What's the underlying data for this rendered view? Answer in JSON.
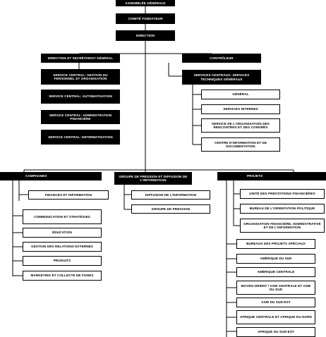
{
  "chart": {
    "top": {
      "assemblee": "ASSEMBLÉE GÉNÉRALE",
      "comite": "COMITÉ FONDATEUR",
      "direction": "DIRECTION"
    },
    "direction_secretariat": {
      "title": "DIRECTION ET SECRÉTARIAT GÉNÉRAL",
      "items": [
        "SERVICE CENTRAL: GESTION DU PERSONNEL ET ORGANISATION",
        "SERVICE CENTRAL: AUTOMATISATION",
        "SERVICE CENTRAL: ADMINISTRATION FINANCIÈRE",
        "SERVICE CENTRAL: INFORMATISATION"
      ]
    },
    "controleur": {
      "title": "CONTRÔLEUR",
      "services": "SERVICES CENTRAUX: SERVICES TECHNIQUES GÉNÉRAUX",
      "items": [
        "GÉNÉRAL",
        "SERVICES INTERNES",
        "SERVICE DE L'ORGANISATION DES RENCONTRES ET DES CONGRÈS",
        "CENTRE D'INFORMATION ET DE DOCUMENTATION"
      ]
    },
    "campagnes": {
      "title": "CAMPAGNES",
      "first": "FINANCES ET INFORMATION",
      "items": [
        "COMMUNICATION ET STRATÉGIES",
        "ÉDUCATION",
        "GESTION DES RELATIONS EXTERNES",
        "PRODUITS",
        "MARKETING ET COLLECTE DE FONDS"
      ]
    },
    "groupe": {
      "title": "GROUPE DE PRESSION ET DIFFUSION DE L'INFORMATION",
      "items": [
        "DIFFUSION DE L'INFORMATION",
        "GROUPE DE PRESSION"
      ]
    },
    "projets": {
      "title": "PROJETS",
      "first": [
        "UNITÉ DES PRESTATIONS FINANCIÈRES",
        "BUREAU DE L'ORIENTATION POLITIQUE",
        "ORGANISATION FINANCIÈRE, ADMINISTRATIVE ET DE L'INFORMATION"
      ],
      "regions": [
        "BUREAUX DES PROJETS SPÉCIAUX",
        "AMÉRIQUE DU SUD",
        "AMÉRIQUE CENTRALE",
        "MOYEN-ORIENT / ASIE CENTRALE ET ASIE DU SUD",
        "ASIE DU SUD-EST",
        "AFRIQUE CENTRALE ET AFRIQUE DU NORD",
        "AFRIQUE DU SUD-EST"
      ]
    }
  }
}
